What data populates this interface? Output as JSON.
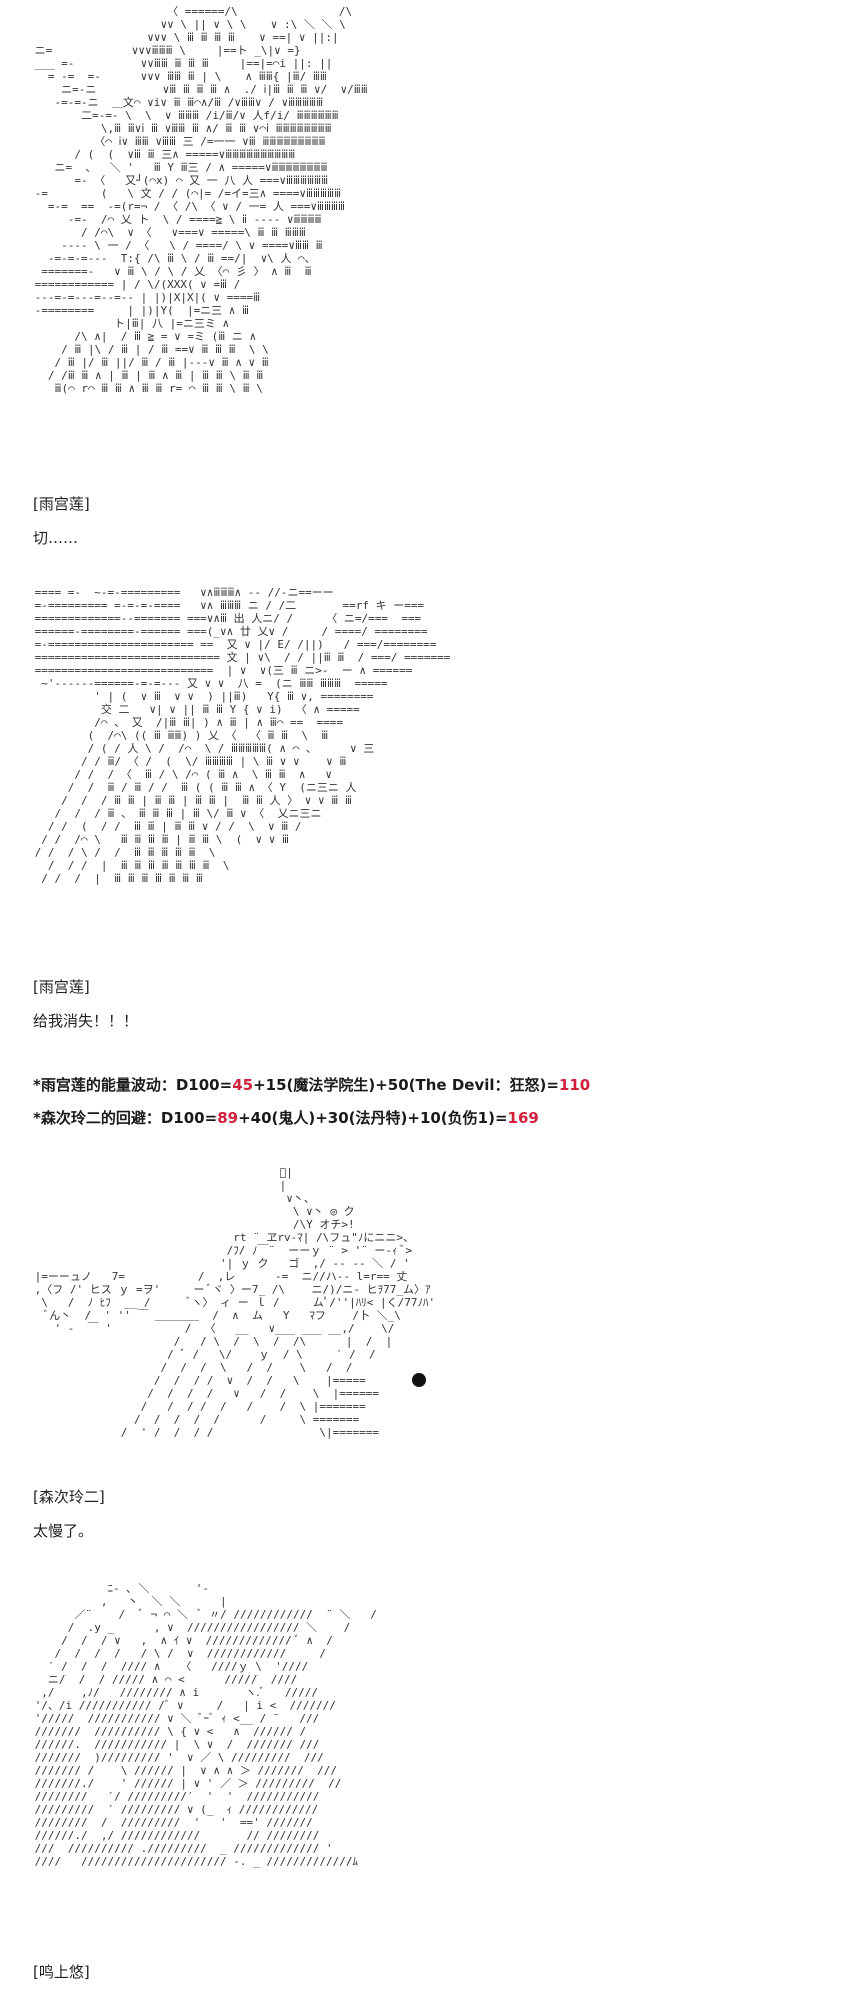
{
  "blocks": [
    {
      "speaker": "[雨宫莲]",
      "line": "切……"
    },
    {
      "speaker": "[雨宫莲]",
      "line": "给我消失！！！"
    },
    {
      "speaker": "[森次玲二]",
      "line": "太慢了。"
    },
    {
      "speaker": "[鸣上悠]",
      "line": ""
    }
  ],
  "rolls": [
    {
      "prefix": "*雨宫莲的能量波动：D100=",
      "roll": "45",
      "mods": "+15(魔法学院生)+50(The Devil：狂怒)=",
      "total": "110"
    },
    {
      "prefix": "*森次玲二的回避：D100=",
      "roll": "89",
      "mods": "+40(鬼人)+30(法丹特)+10(负伤1)=",
      "total": "169"
    }
  ],
  "colors": {
    "accent": "#d0203a",
    "text": "#222222"
  }
}
